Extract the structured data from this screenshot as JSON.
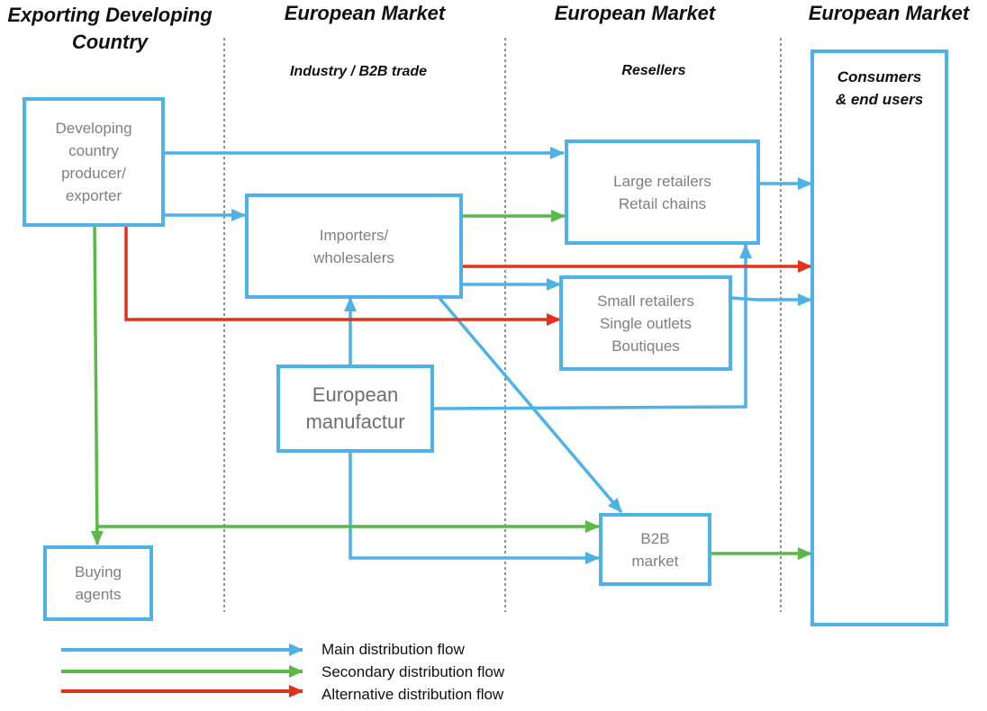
{
  "headers": {
    "exporting": [
      "Exporting Developing",
      "Country"
    ],
    "european_1": "European Market",
    "european_2": "European Market",
    "european_3": "European Market"
  },
  "subheaders": {
    "industry": "Industry / B2B trade",
    "resellers": "Resellers"
  },
  "nodes": {
    "producer": [
      "Developing",
      "country",
      "producer/",
      "exporter"
    ],
    "importers": [
      "Importers/",
      "wholesalers"
    ],
    "large_retailers": [
      "Large retailers",
      "Retail chains"
    ],
    "small_retailers": [
      "Small retailers",
      "Single outlets",
      "Boutiques"
    ],
    "european_manufacturer": [
      "European",
      "manufactur"
    ],
    "b2b_market": [
      "B2B",
      "market"
    ],
    "buying_agents": [
      "Buying",
      "agents"
    ],
    "consumers": [
      "Consumers",
      "& end users"
    ]
  },
  "legend": {
    "main": "Main distribution flow",
    "secondary": "Secondary distribution flow",
    "alternative": "Alternative distribution flow"
  },
  "colors": {
    "main": "#4db3e6",
    "secondary": "#5cb848",
    "alternative": "#e3321c",
    "box_border": "#4db3e6"
  }
}
